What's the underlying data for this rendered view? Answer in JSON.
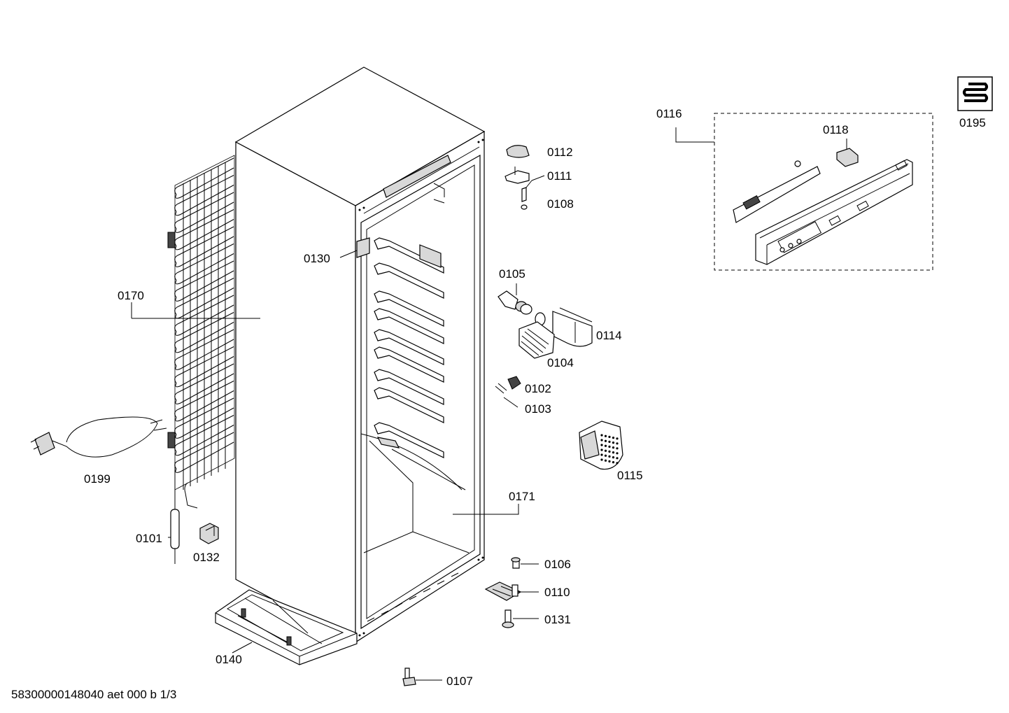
{
  "labels": {
    "l0101": "0101",
    "l0102": "0102",
    "l0103": "0103",
    "l0104": "0104",
    "l0105": "0105",
    "l0106": "0106",
    "l0107": "0107",
    "l0108": "0108",
    "l0110": "0110",
    "l0111": "0111",
    "l0112": "0112",
    "l0114": "0114",
    "l0115": "0115",
    "l0116": "0116",
    "l0118": "0118",
    "l0130": "0130",
    "l0131": "0131",
    "l0132": "0132",
    "l0140": "0140",
    "l0170": "0170",
    "l0171": "0171",
    "l0195": "0195",
    "l0199": "0199"
  },
  "footer": {
    "doc_id": "58300000148040 aet 000 b 1/3"
  }
}
